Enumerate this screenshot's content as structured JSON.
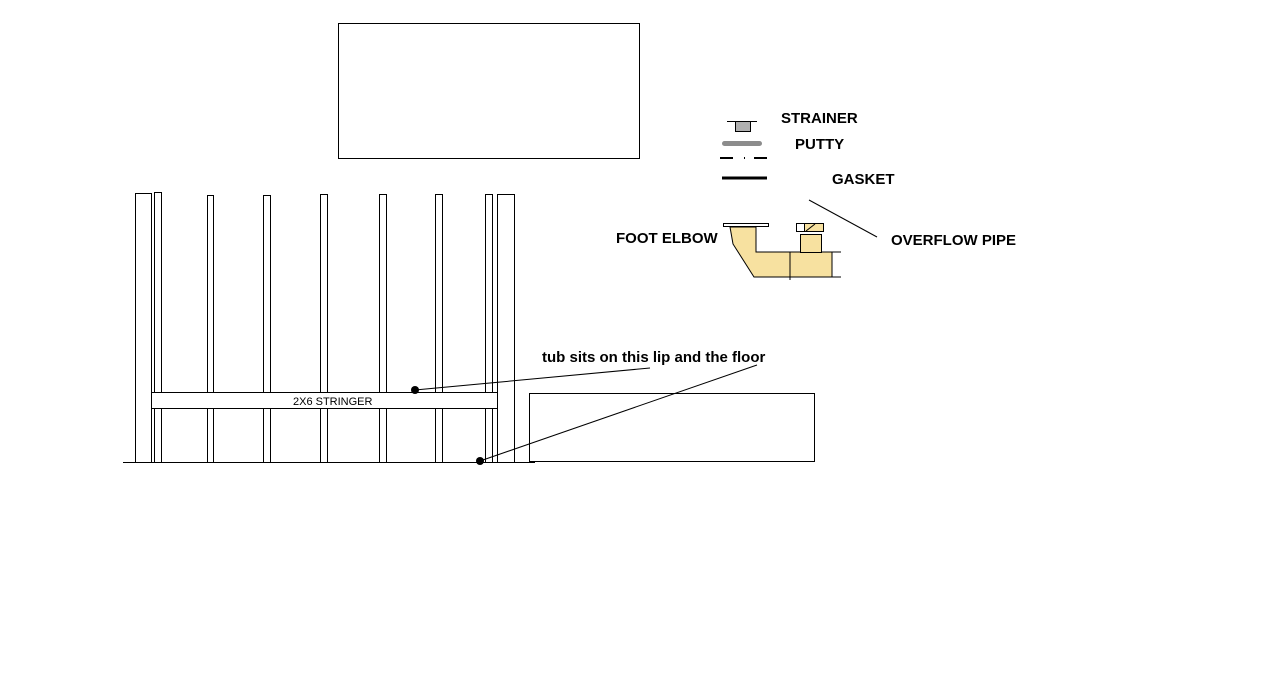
{
  "labels": {
    "strainer": "STRAINER",
    "putty": "PUTTY",
    "gasket": "GASKET",
    "foot_elbow": "FOOT ELBOW",
    "overflow_pipe": "OVERFLOW PIPE",
    "stringer": "2X6 STRINGER",
    "tub_note": "tub sits on this lip and the floor"
  },
  "colors": {
    "fitting_fill": "#f7e1a0",
    "strainer_fill": "#b0b0b0",
    "putty_fill": "#8c8c8c"
  }
}
